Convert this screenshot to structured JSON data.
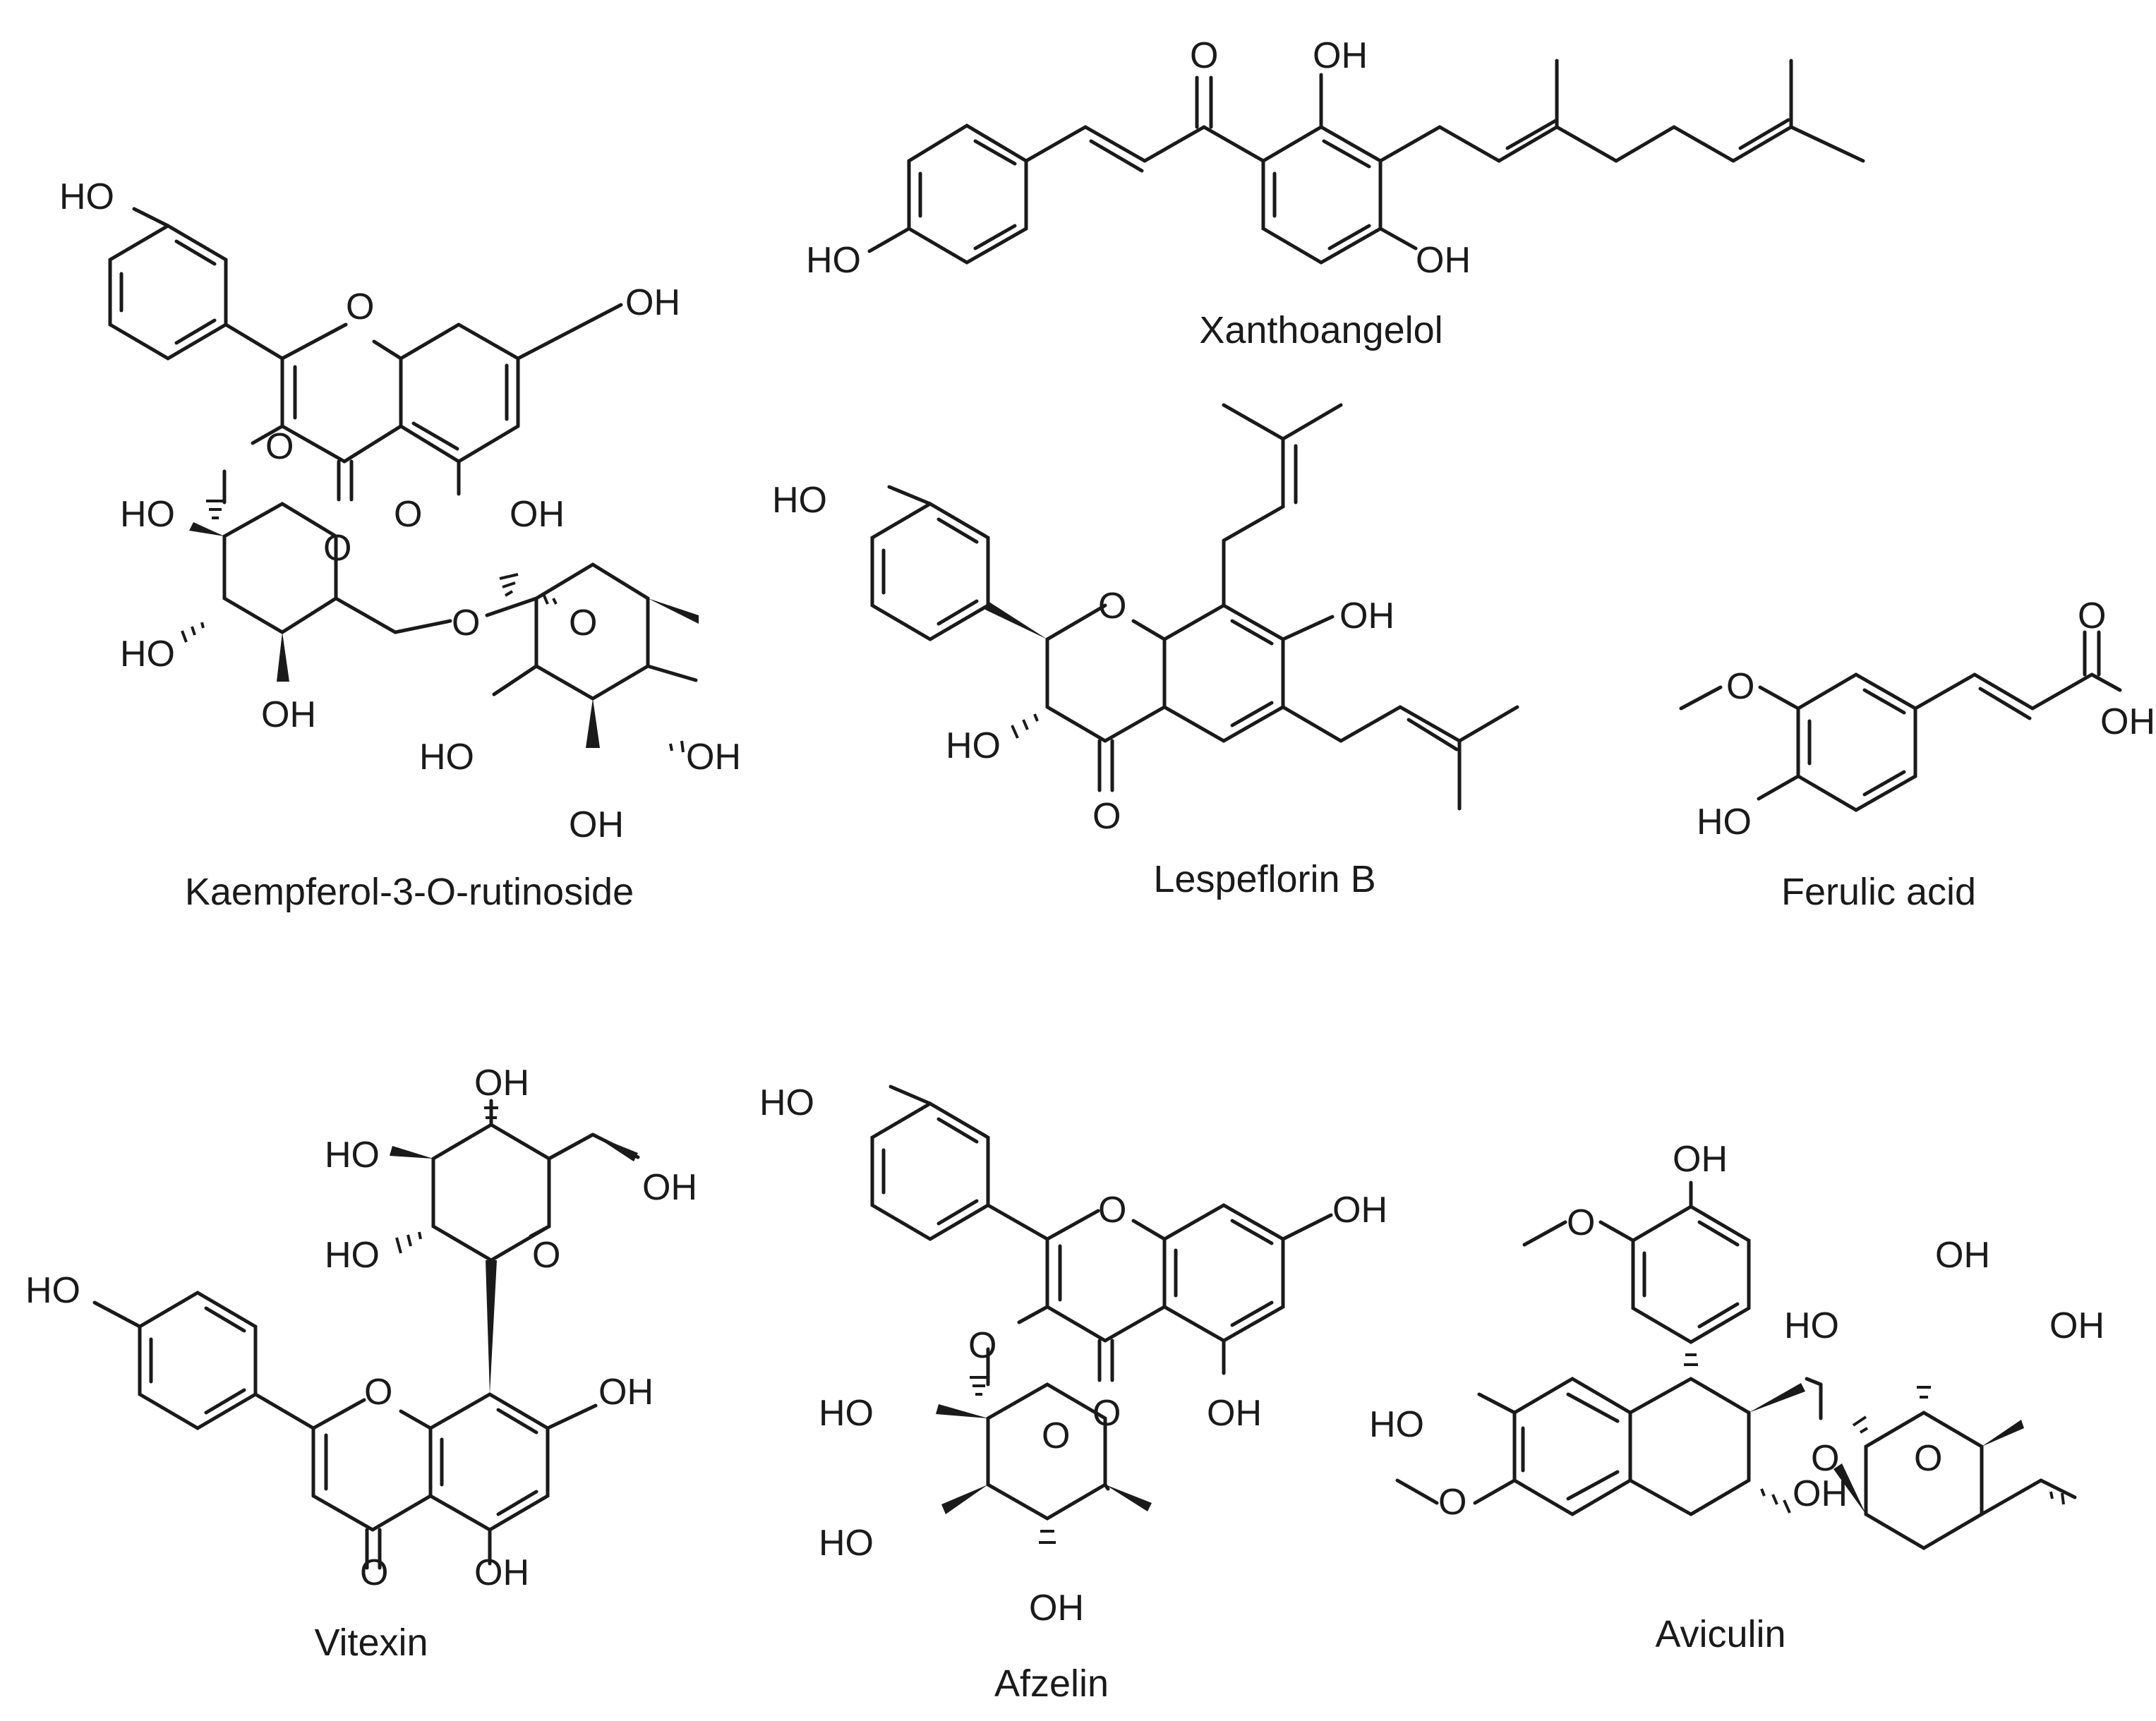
{
  "figure": {
    "compounds": [
      {
        "name": "Kaempferol-3-O-rutinoside",
        "labels": [
          "HO",
          "O",
          "OH",
          "O",
          "O",
          "OH",
          "HO",
          "O",
          "HO",
          "OH",
          "O",
          "O",
          "HO",
          "OH",
          "OH"
        ]
      },
      {
        "name": "Xanthoangelol",
        "labels": [
          "O",
          "OH",
          "HO",
          "OH"
        ]
      },
      {
        "name": "Lespeflorin B",
        "labels": [
          "HO",
          "O",
          "OH",
          "HO",
          "O"
        ]
      },
      {
        "name": "Ferulic acid",
        "labels": [
          "O",
          "O",
          "OH",
          "HO"
        ]
      },
      {
        "name": "Vitexin",
        "labels": [
          "OH",
          "HO",
          "OH",
          "HO",
          "HO",
          "O",
          "OH",
          "O",
          "O",
          "OH"
        ]
      },
      {
        "name": "Afzelin",
        "labels": [
          "HO",
          "O",
          "OH",
          "O",
          "O",
          "OH",
          "HO",
          "O",
          "HO",
          "OH"
        ]
      },
      {
        "name": "Aviculin",
        "labels": [
          "OH",
          "O",
          "OH",
          "HO",
          "OH",
          "HO",
          "O",
          "O",
          "O",
          "OH"
        ]
      }
    ]
  }
}
